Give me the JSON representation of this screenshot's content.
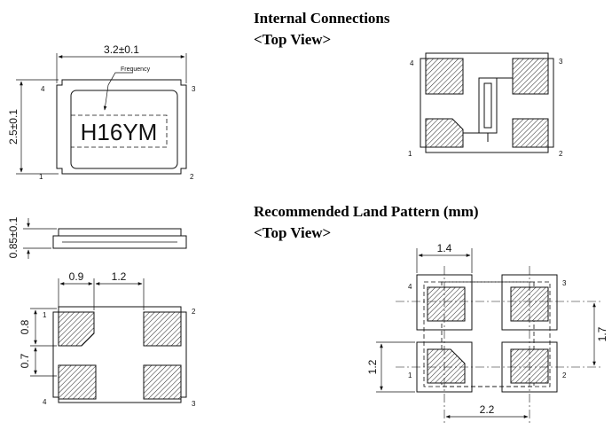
{
  "headings": {
    "internal_connections": "Internal Connections",
    "internal_view": "<Top View>",
    "land_pattern": "Recommended Land Pattern (mm)",
    "land_view": "<Top View>"
  },
  "top_view": {
    "width_dim": "3.2±0.1",
    "height_dim": "2.5±0.1",
    "frequency_label": "Frequency",
    "marking": "H16YM",
    "pins": [
      "1",
      "2",
      "3",
      "4"
    ]
  },
  "side_view": {
    "thickness_dim": "0.85±0.1"
  },
  "bottom_view": {
    "dim_0_9": "0.9",
    "dim_1_2": "1.2",
    "dim_0_8": "0.8",
    "dim_0_7": "0.7",
    "pins": [
      "1",
      "2",
      "3",
      "4"
    ]
  },
  "internal": {
    "pins": [
      "1",
      "2",
      "3",
      "4"
    ]
  },
  "land_pattern": {
    "dim_1_4": "1.4",
    "dim_1_7": "1.7",
    "dim_1_2": "1.2",
    "dim_2_2": "2.2",
    "pins": [
      "1",
      "2",
      "3",
      "4"
    ]
  }
}
